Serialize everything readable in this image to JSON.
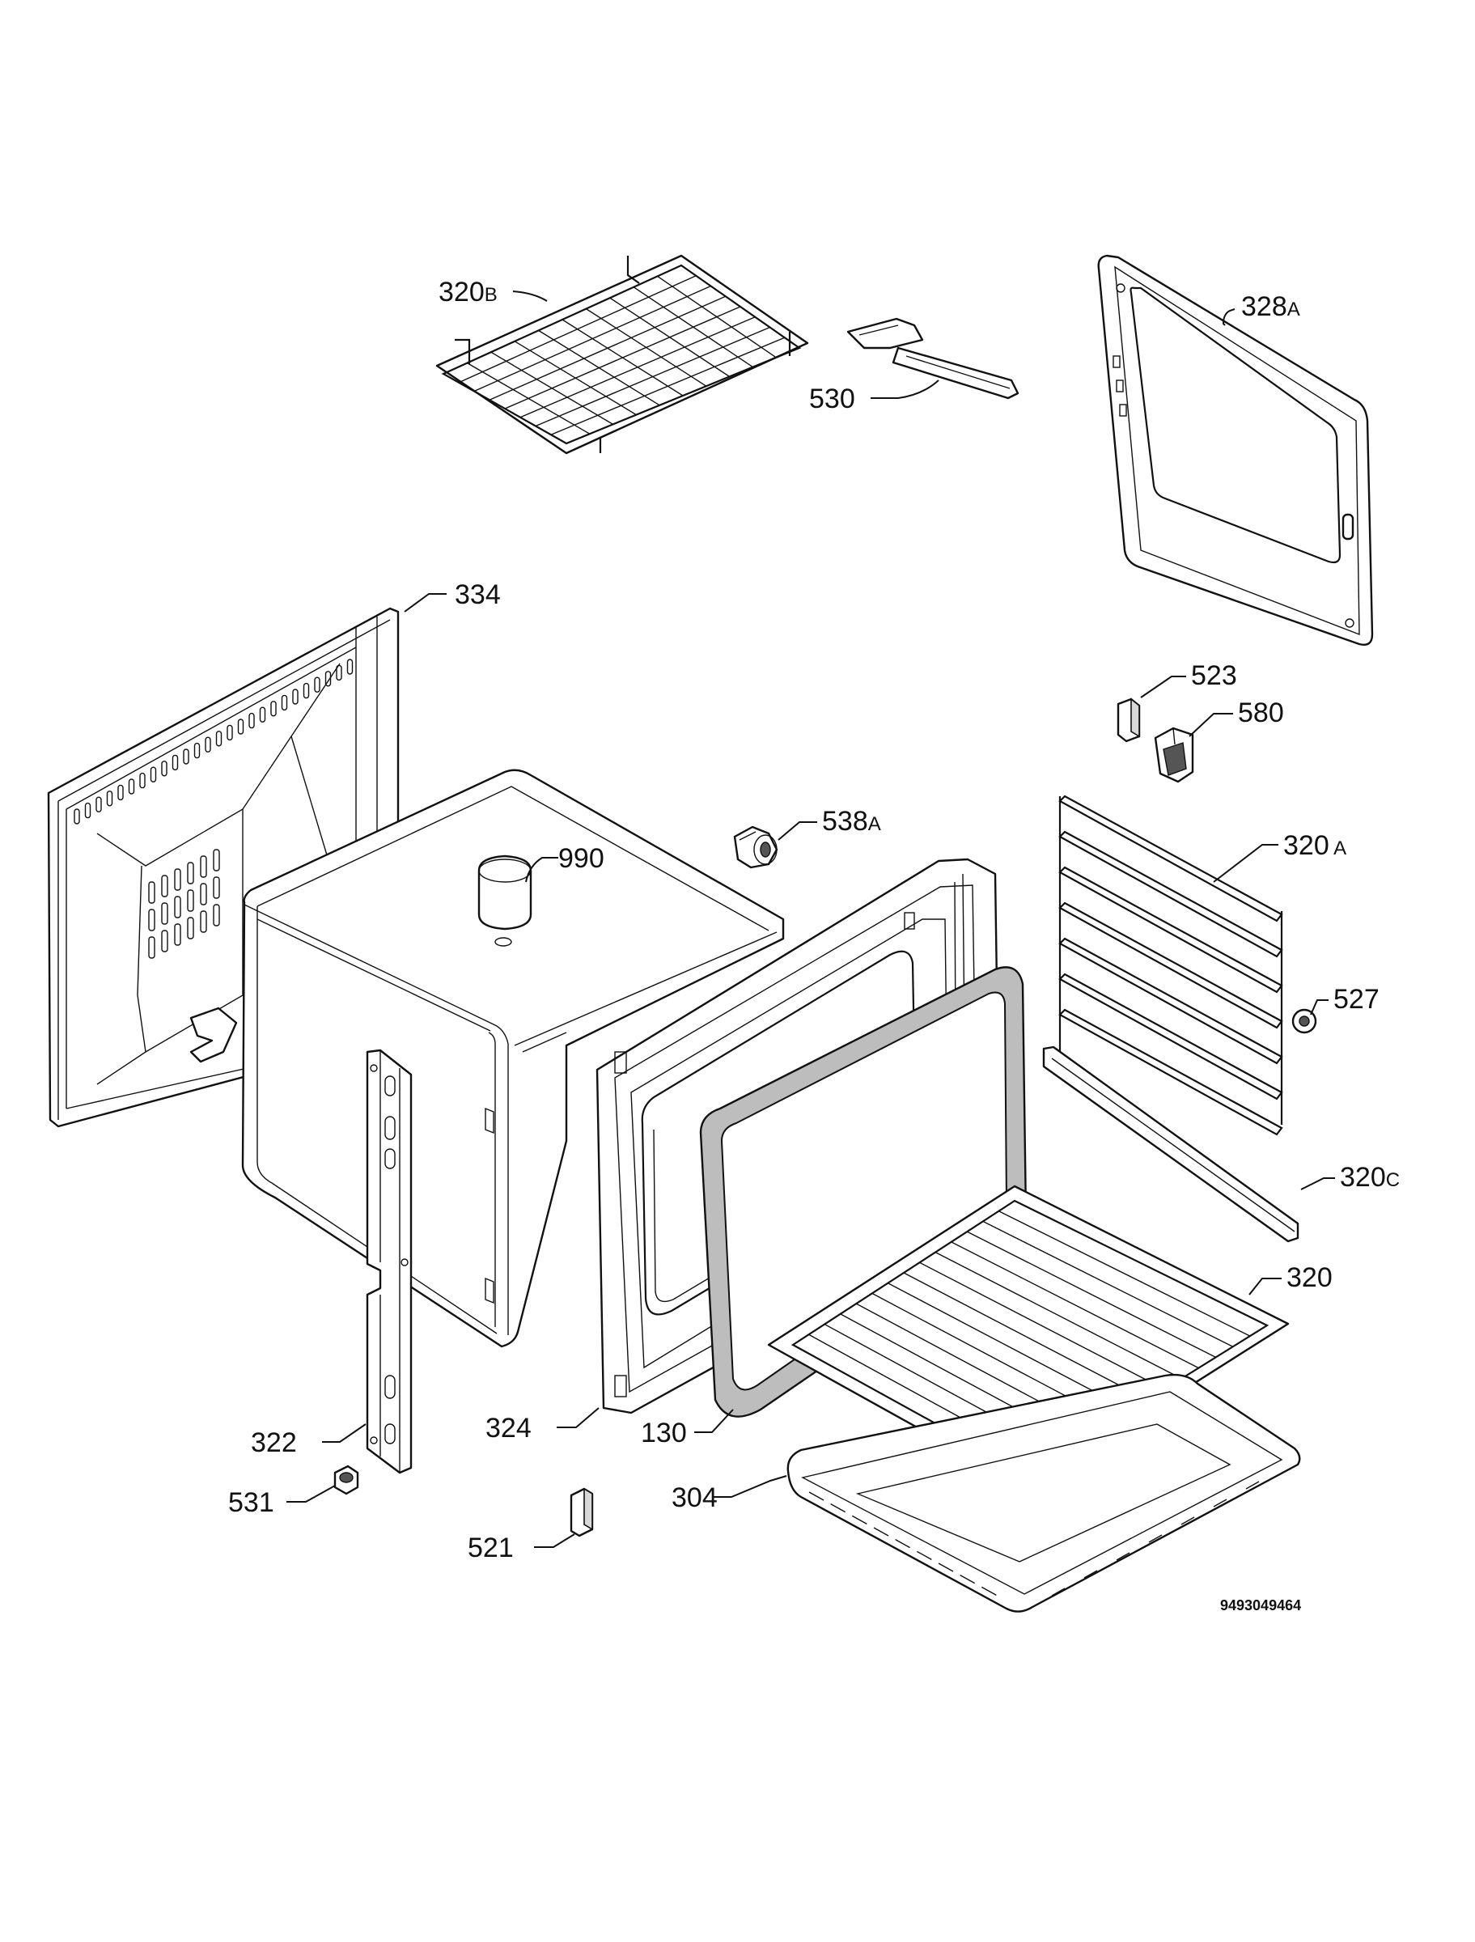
{
  "callouts": [
    {
      "id": "320b",
      "num": "320",
      "suffix": "B"
    },
    {
      "id": "530",
      "num": "530",
      "suffix": ""
    },
    {
      "id": "328a",
      "num": "328",
      "suffix": "A"
    },
    {
      "id": "334",
      "num": "334",
      "suffix": ""
    },
    {
      "id": "523",
      "num": "523",
      "suffix": ""
    },
    {
      "id": "580",
      "num": "580",
      "suffix": ""
    },
    {
      "id": "538a",
      "num": "538",
      "suffix": "A"
    },
    {
      "id": "990",
      "num": "990",
      "suffix": ""
    },
    {
      "id": "320a",
      "num": "320",
      "suffix": " A"
    },
    {
      "id": "527",
      "num": "527",
      "suffix": ""
    },
    {
      "id": "320c",
      "num": "320",
      "suffix": "C"
    },
    {
      "id": "320",
      "num": "320",
      "suffix": ""
    },
    {
      "id": "322",
      "num": "322",
      "suffix": ""
    },
    {
      "id": "324",
      "num": "324",
      "suffix": ""
    },
    {
      "id": "130",
      "num": "130",
      "suffix": ""
    },
    {
      "id": "531",
      "num": "531",
      "suffix": ""
    },
    {
      "id": "304",
      "num": "304",
      "suffix": ""
    },
    {
      "id": "521",
      "num": "521",
      "suffix": ""
    }
  ],
  "drawing_code": "9493049464"
}
